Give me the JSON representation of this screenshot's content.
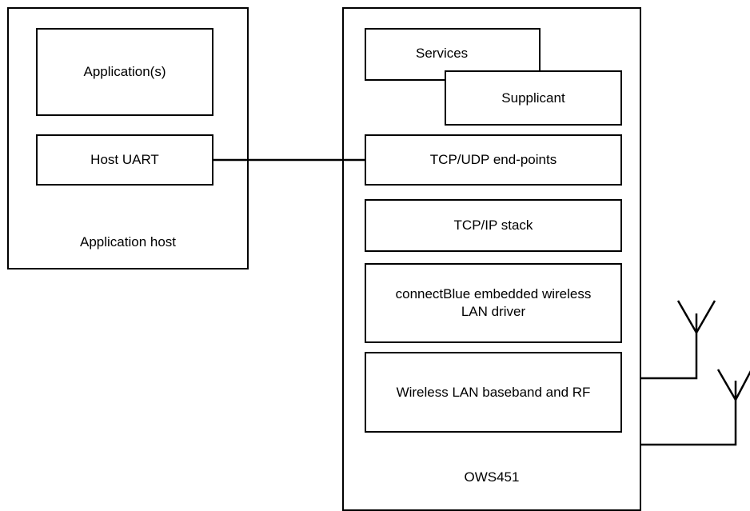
{
  "application_host": {
    "label": "Application host",
    "applications": "Application(s)",
    "host_uart": "Host UART"
  },
  "module": {
    "label": "OWS451",
    "services": "Services",
    "supplicant": "Supplicant",
    "tcp_udp_endpoints": "TCP/UDP end-points",
    "tcp_ip_stack": "TCP/IP stack",
    "wlan_driver": "connectBlue embedded wireless LAN driver",
    "baseband_rf": "Wireless LAN baseband and RF"
  },
  "colors": {
    "stroke": "#000000",
    "fill": "#ffffff"
  }
}
